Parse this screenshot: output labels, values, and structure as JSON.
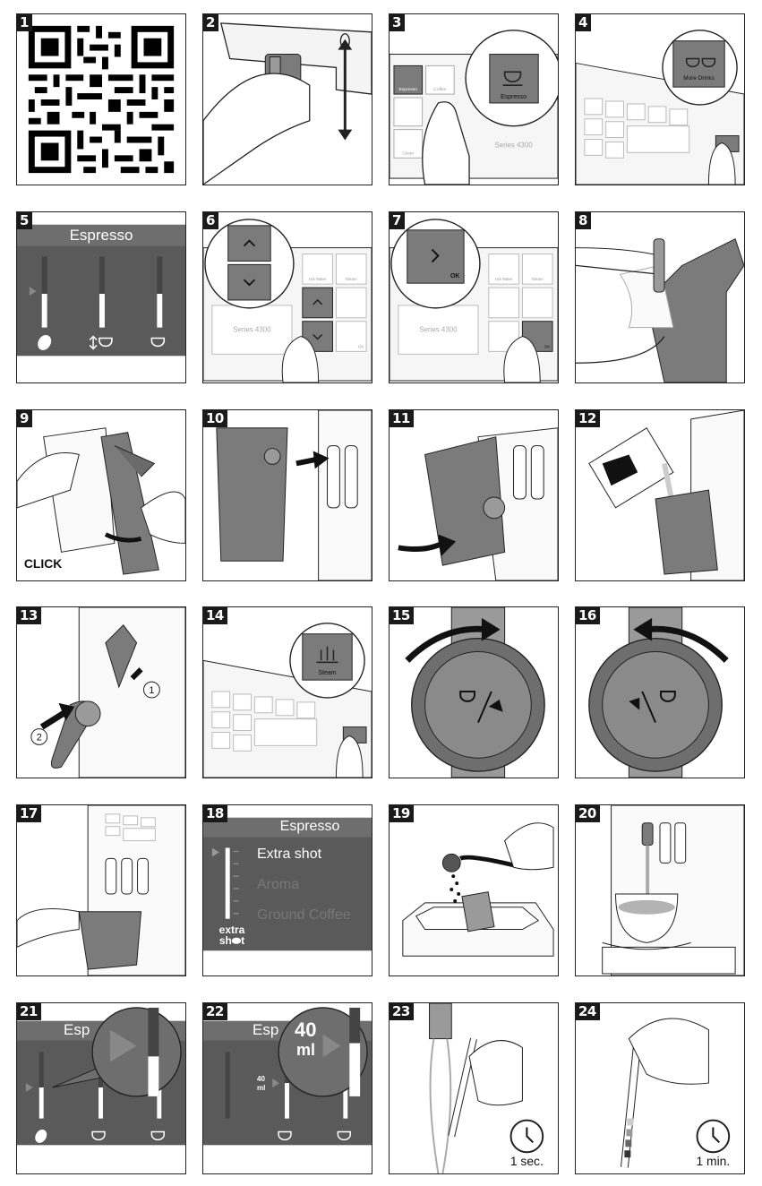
{
  "panels": {
    "p1": {
      "num": "1"
    },
    "p2": {
      "num": "2"
    },
    "p3": {
      "num": "3",
      "btn_small_1": "Espresso",
      "btn_small_2": "Coffee",
      "btn_small_3": "Clean",
      "zoom_label": "Espresso",
      "series": "Series 4300"
    },
    "p4": {
      "num": "4",
      "zoom_label": "More Drinks"
    },
    "p5": {
      "num": "5",
      "title": "Espresso"
    },
    "p6": {
      "num": "6",
      "btn_hot_water": "Hot Water",
      "btn_steam": "Steam",
      "series": "Series 4300",
      "ok": "OK"
    },
    "p7": {
      "num": "7",
      "zoom_ok": "OK",
      "btn_hot_water": "Hot Water",
      "btn_steam": "Steam",
      "series": "Series 4300",
      "ok": "OK"
    },
    "p8": {
      "num": "8"
    },
    "p9": {
      "num": "9",
      "click": "CLICK"
    },
    "p10": {
      "num": "10"
    },
    "p11": {
      "num": "11"
    },
    "p12": {
      "num": "12"
    },
    "p13": {
      "num": "13",
      "step1": "1",
      "step2": "2"
    },
    "p14": {
      "num": "14",
      "zoom_label": "Steam"
    },
    "p15": {
      "num": "15"
    },
    "p16": {
      "num": "16"
    },
    "p17": {
      "num": "17"
    },
    "p18": {
      "num": "18",
      "title": "Espresso",
      "item1": "Extra shot",
      "item2": "Aroma",
      "item3": "Ground Coffee",
      "icon_line1": "extra",
      "icon_line2": "sh",
      "icon_line2b": "t"
    },
    "p19": {
      "num": "19"
    },
    "p20": {
      "num": "20"
    },
    "p21": {
      "num": "21",
      "title_partial": "Esp"
    },
    "p22": {
      "num": "22",
      "title_partial": "Esp",
      "zoom_value": "40",
      "zoom_unit": "ml",
      "small_value": "40",
      "small_unit": "ml"
    },
    "p23": {
      "num": "23",
      "timer": "1 sec."
    },
    "p24": {
      "num": "24",
      "timer": "1 min."
    }
  }
}
